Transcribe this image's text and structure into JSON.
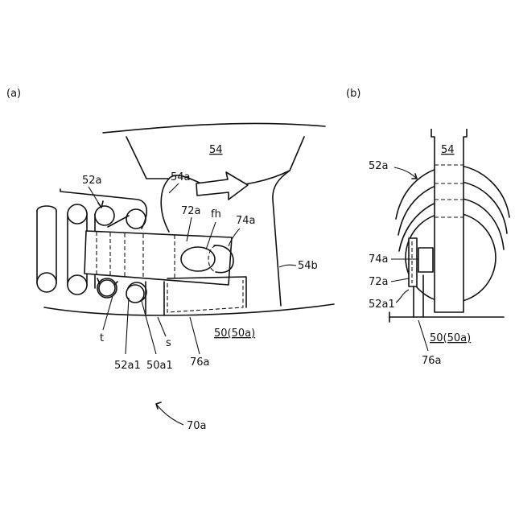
{
  "panels": {
    "a": {
      "caption": "(a)"
    },
    "b": {
      "caption": "(b)"
    }
  },
  "labels": {
    "a": {
      "slider_54": "54",
      "recess_54a": "54a",
      "wall_54b": "54b",
      "spring_52a": "52a",
      "lever_72a": "72a",
      "hole_fh": "fh",
      "pin_74a": "74a",
      "t": "t",
      "s": "s",
      "coil_end_52a1": "52a1",
      "edge_50a1": "50a1",
      "stopper_76a": "76a",
      "base_50": "50(50a)",
      "assembly_70a": "70a"
    },
    "b": {
      "slider_54": "54",
      "spring_52a": "52a",
      "pin_74a": "74a",
      "lever_72a": "72a",
      "coil_end_52a1": "52a1",
      "base_50": "50(50a)",
      "stopper_76a": "76a"
    }
  }
}
